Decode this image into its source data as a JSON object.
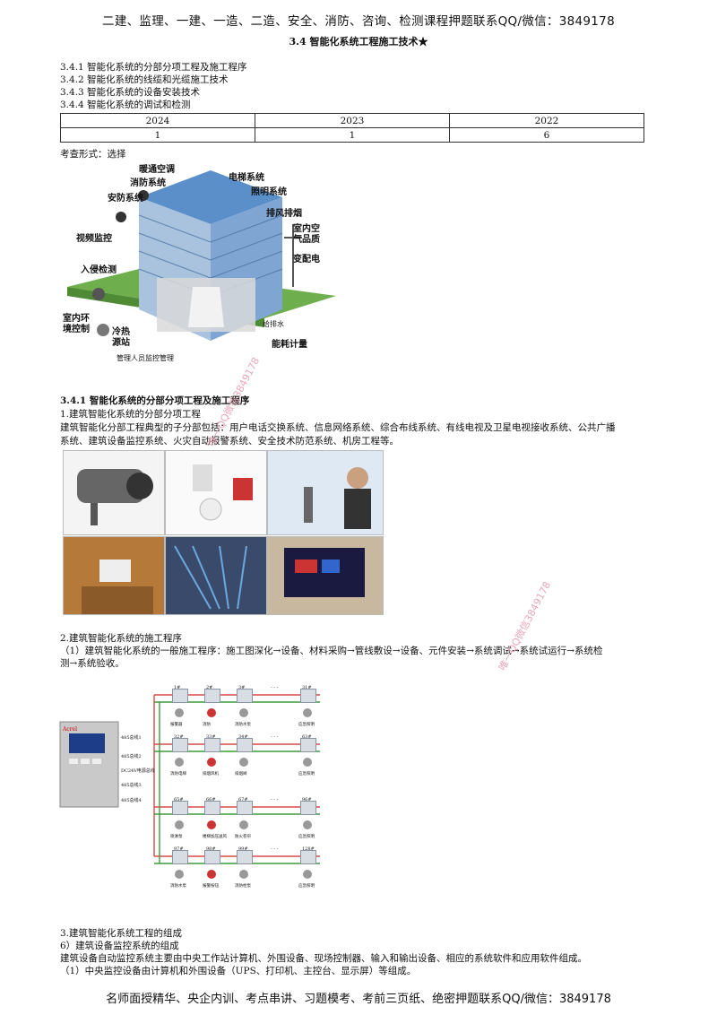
{
  "header": {
    "top_text": "二建、监理、一建、一造、二造、安全、消防、咨询、检测课程押题联系QQ/微信：3849178",
    "section_title": "3.4   智能化系统工程施工技术★"
  },
  "toc": [
    "3.4.1   智能化系统的分部分项工程及施工程序",
    "3.4.2   智能化系统的线缆和光缆施工技术",
    "3.4.3   智能化系统的设备安装技术",
    "3.4.4   智能化系统的调试和检测"
  ],
  "year_table": {
    "years": [
      "2024",
      "2023",
      "2022"
    ],
    "counts": [
      "1",
      "1",
      "6"
    ]
  },
  "exam_form": "考查形式：选择",
  "building_diagram_labels": {
    "hvac": "暖通空调",
    "fire": "消防系统",
    "security": "安防系统",
    "elevator": "电梯系统",
    "lighting": "照明系统",
    "exhaust": "排风排烟",
    "video": "视频监控",
    "intrusion": "入侵检测",
    "air_quality": "室内空\n气品质",
    "substation": "变配电",
    "environment": "室内环\n境控制",
    "heat_cold": "冷热\n源站",
    "staff": "管理人员监控管理",
    "drainage": "给排水",
    "energy": "能耗计量"
  },
  "section_341": {
    "title": "3.4.1   智能化系统的分部分项工程及施工程序",
    "sub1": "1.建筑智能化系统的分部分项工程",
    "para1_line1": "建筑智能化分部工程典型的子分部包括：用户电话交换系统、信息网络系统、综合布线系统、有线电视及卫星电视接收系统、公共广播",
    "para1_line2": "系统、建筑设备监控系统、火灾自动报警系统、安全技术防范系统、机房工程等。"
  },
  "section_procedure": {
    "sub2": "2.建筑智能化系统的施工程序",
    "line1": "（1）建筑智能化系统的一般施工程序：施工图深化→设备、材料采购→管线敷设→设备、元件安装→系统调试→系统试运行→系统检",
    "line2": "测→系统验收。"
  },
  "wiring_diagram": {
    "panel_brand": "Acrel",
    "bus_labels": [
      "485总线1",
      "485总线2",
      "DC24V电源总线",
      "485总线3",
      "485总线4"
    ],
    "rows": [
      {
        "nodes": [
          "1#",
          "2#",
          "3#",
          "- - -",
          "31#"
        ],
        "captions": [
          "报警器",
          "消防",
          "消防水泵",
          "",
          "应急照明"
        ]
      },
      {
        "nodes": [
          "32#",
          "33#",
          "34#",
          "- - -",
          "63#"
        ],
        "captions": [
          "消防电梯",
          "排烟风机",
          "排烟阀",
          "",
          "应急照明"
        ]
      },
      {
        "nodes": [
          "65#",
          "66#",
          "67#",
          "- - -",
          "96#"
        ],
        "captions": [
          "喷淋泵",
          "楼梯加压送风",
          "防火卷帘",
          "",
          "应急照明"
        ]
      },
      {
        "nodes": [
          "97#",
          "98#",
          "99#",
          "- - -",
          "128#"
        ],
        "captions": [
          "消防水泵",
          "报警按钮",
          "消防栓泵",
          "",
          "应急照明"
        ]
      }
    ]
  },
  "section_composition": {
    "sub3": "3.建筑智能化系统工程的组成",
    "sub6": "6）建筑设备监控系统的组成",
    "para": "建筑设备自动监控系统主要由中央工作站计算机、外围设备、现场控制器、输入和输出设备、相应的系统软件和应用软件组成。",
    "item1": "（1）中央监控设备由计算机和外围设备（UPS、打印机、主控台、显示屏）等组成。"
  },
  "footer": {
    "text": "名师面授精华、央企内训、考点串讲、习题模考、考前三页纸、绝密押题联系QQ/微信：3849178"
  },
  "watermark": "唯一QQ微信3849178",
  "colors": {
    "red_line": "#d84a4a",
    "green_line": "#3c9a3c",
    "blue_glass": "#5b8fc9"
  }
}
